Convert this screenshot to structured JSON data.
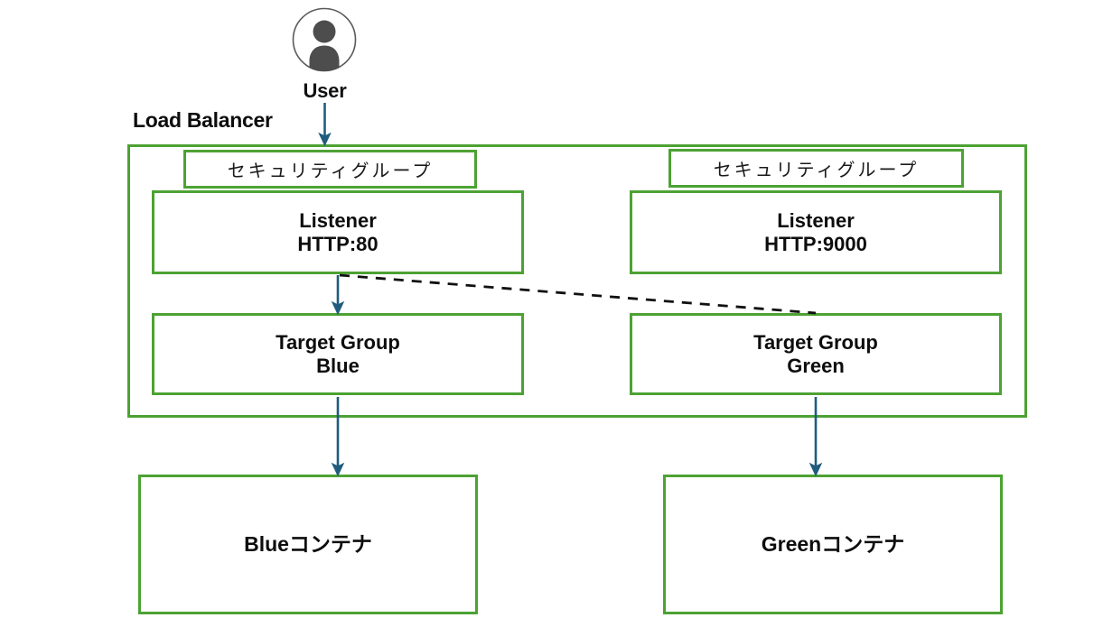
{
  "diagram": {
    "title_label": "Load Balancer",
    "actor": {
      "icon": "user-avatar-icon",
      "label": "User"
    },
    "colors": {
      "box_border_green": "#4CA233",
      "arrow_blue": "#1F5C7E",
      "dashed_line_black": "#111111",
      "avatar_fill": "#4D4D4D",
      "avatar_ring": "#5A5A5A",
      "background": "#FFFFFF",
      "text": "#0D0D0D"
    },
    "load_balancer": {
      "security_groups": [
        {
          "label": "セキュリティグループ"
        },
        {
          "label": "セキュリティグループ"
        }
      ],
      "listeners": [
        {
          "title": "Listener",
          "protocol_port": "HTTP:80"
        },
        {
          "title": "Listener",
          "protocol_port": "HTTP:9000"
        }
      ],
      "target_groups": [
        {
          "title": "Target Group",
          "name": "Blue"
        },
        {
          "title": "Target Group",
          "name": "Green"
        }
      ]
    },
    "containers": [
      {
        "label": "Blueコンテナ"
      },
      {
        "label": "Greenコンテナ"
      }
    ],
    "connections": [
      {
        "from": "User",
        "to": "Load Balancer",
        "style": "solid-arrow"
      },
      {
        "from": "Listener HTTP:80",
        "to": "Target Group Blue",
        "style": "solid-arrow"
      },
      {
        "from": "Listener HTTP:80",
        "to": "Target Group Green",
        "style": "dashed"
      },
      {
        "from": "Target Group Blue",
        "to": "Blueコンテナ",
        "style": "solid-arrow"
      },
      {
        "from": "Target Group Green",
        "to": "Greenコンテナ",
        "style": "solid-arrow"
      }
    ]
  }
}
